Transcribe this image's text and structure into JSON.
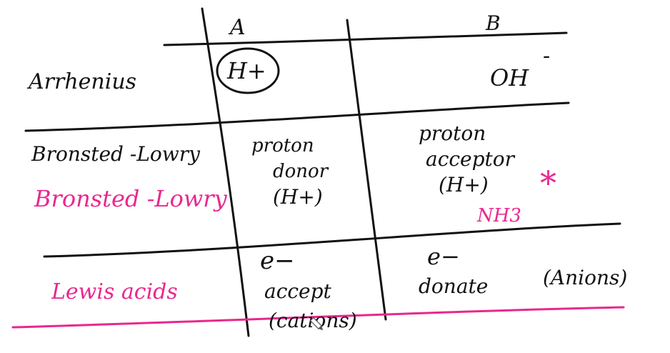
{
  "colors": {
    "ink": "#111111",
    "pink": "#e8288e",
    "background": "#ffffff"
  },
  "headers": {
    "col_a": "A",
    "col_b": "B"
  },
  "rows": {
    "arrhenius": {
      "label": "Arrhenius",
      "a": "H+",
      "b": "OH",
      "b_sup": "-"
    },
    "bronsted": {
      "label": "Bronsted -Lowry",
      "label_pink": "Bronsted -Lowry",
      "a_line1": "proton",
      "a_line2": "donor",
      "a_line3": "(H+)",
      "b_line1": "proton",
      "b_line2": "acceptor",
      "b_line3": "(H+)",
      "b_example": "NH3",
      "b_mark": "*"
    },
    "lewis": {
      "label": "Lewis acids",
      "a_line1": "e−",
      "a_line2": "accept",
      "a_line3": "(cations)",
      "b_line1": "e−",
      "b_line2": "donate",
      "b_line3": "(Anions)"
    }
  },
  "icons": {
    "pen_cursor": "pen-cursor-icon"
  }
}
